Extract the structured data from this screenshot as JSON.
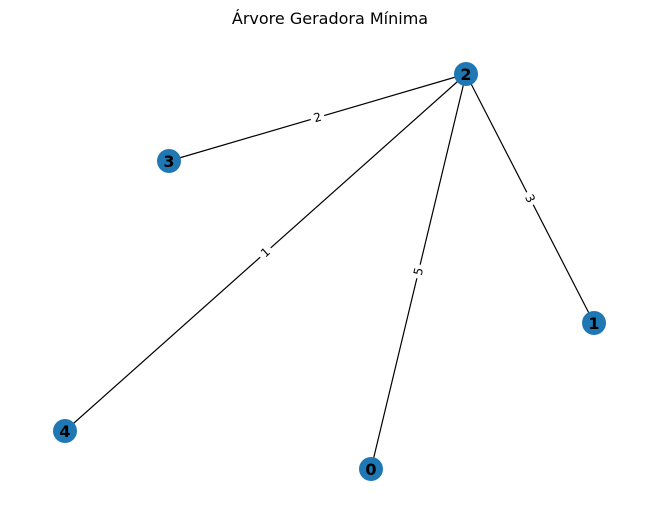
{
  "title": "Árvore Geradora Mínima",
  "node_color": "#1f77b4",
  "edge_color": "#000000",
  "nodes": [
    {
      "id": "0",
      "label": "0"
    },
    {
      "id": "1",
      "label": "1"
    },
    {
      "id": "2",
      "label": "2"
    },
    {
      "id": "3",
      "label": "3"
    },
    {
      "id": "4",
      "label": "4"
    }
  ],
  "edges": [
    {
      "source": "2",
      "target": "3",
      "weight": "2"
    },
    {
      "source": "2",
      "target": "4",
      "weight": "1"
    },
    {
      "source": "2",
      "target": "0",
      "weight": "5"
    },
    {
      "source": "2",
      "target": "1",
      "weight": "3"
    }
  ]
}
